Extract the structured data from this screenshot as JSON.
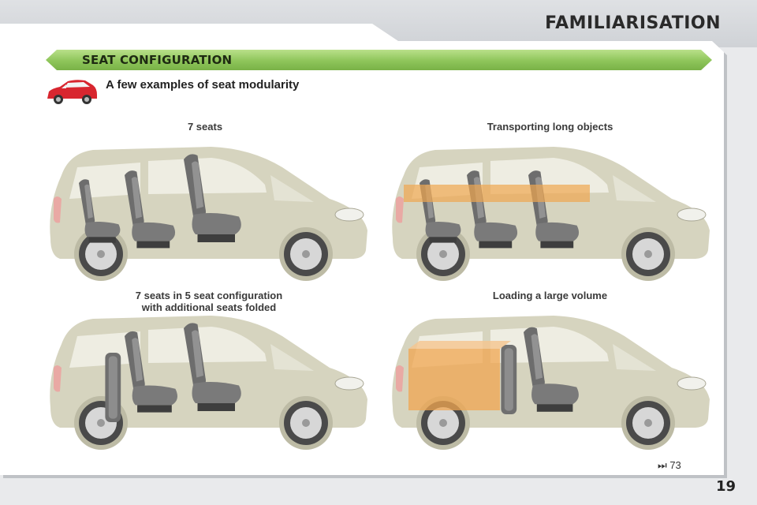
{
  "header": {
    "title": "FAMILIARISATION"
  },
  "section": {
    "title": "SEAT CONFIGURATION"
  },
  "subtitle": "A few examples of seat modularity",
  "panels": [
    {
      "caption_line1": "7 seats",
      "caption_line2": "",
      "cargo": "none"
    },
    {
      "caption_line1": "Transporting long objects",
      "caption_line2": "",
      "cargo": "long"
    },
    {
      "caption_line1": "7 seats in 5 seat configuration",
      "caption_line2": "with additional seats folded",
      "cargo": "none"
    },
    {
      "caption_line1": "Loading a large volume",
      "caption_line2": "",
      "cargo": "volume"
    }
  ],
  "footer": {
    "page_ref": "73",
    "page_ref_icon": "fast-forward-icon",
    "page_number": "19"
  },
  "colors": {
    "accent_green": "#8ec55a",
    "car_body": "#d6d4bf",
    "cargo_orange": "#f0a650",
    "icon_car_red": "#d8262f"
  }
}
